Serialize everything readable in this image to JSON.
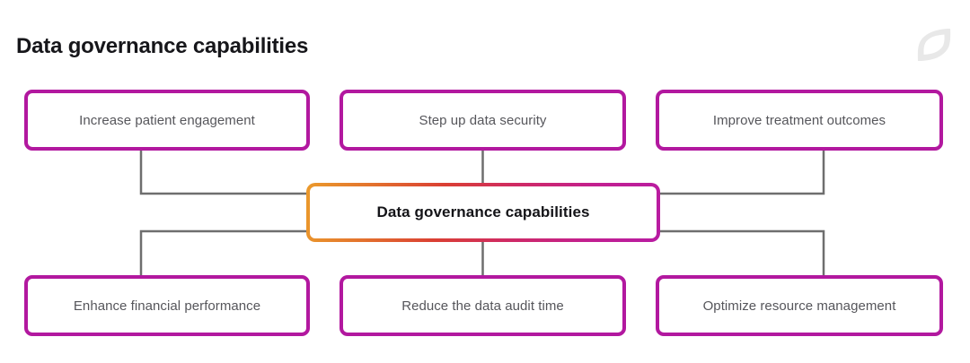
{
  "page": {
    "title": "Data governance capabilities",
    "background_color": "#ffffff"
  },
  "brand": {
    "logo_name": "leaf-logo-watermark",
    "logo_color": "#e8e8e8"
  },
  "theme": {
    "node_border_color": "#b2189f",
    "node_text_color": "#56565b",
    "center_gradient_start": "#eb9a2c",
    "center_gradient_mid": "#da3f33",
    "center_gradient_end": "#b81ca2",
    "connector_color": "#6e6e6e",
    "title_color": "#16161a"
  },
  "diagram": {
    "type": "hub-and-spoke",
    "center": {
      "label": "Data governance capabilities"
    },
    "nodes": [
      {
        "id": "top-left",
        "label": "Increase patient engagement",
        "row": "top",
        "column": "left"
      },
      {
        "id": "top-mid",
        "label": "Step up data security",
        "row": "top",
        "column": "center"
      },
      {
        "id": "top-right",
        "label": "Improve treatment outcomes",
        "row": "top",
        "column": "right"
      },
      {
        "id": "bot-left",
        "label": "Enhance financial performance",
        "row": "bottom",
        "column": "left"
      },
      {
        "id": "bot-mid",
        "label": "Reduce the data audit time",
        "row": "bottom",
        "column": "center"
      },
      {
        "id": "bot-right",
        "label": "Optimize resource management",
        "row": "bottom",
        "column": "right"
      }
    ]
  }
}
